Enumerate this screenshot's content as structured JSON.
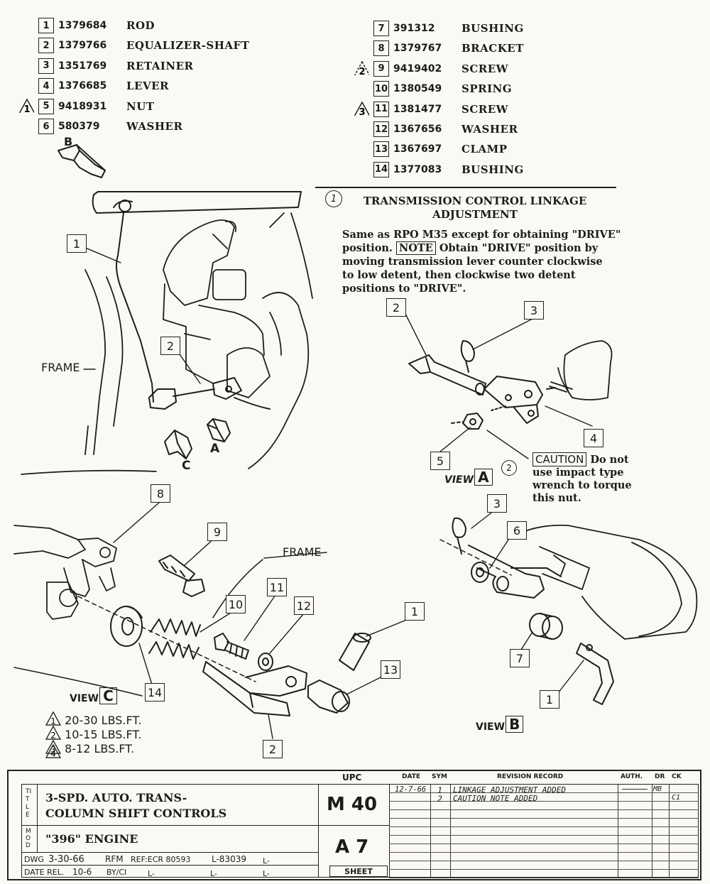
{
  "parts_left": [
    {
      "num": "1",
      "part_no": "1379684",
      "name": "ROD",
      "symbol": ""
    },
    {
      "num": "2",
      "part_no": "1379766",
      "name": "EQUALIZER-SHAFT",
      "symbol": ""
    },
    {
      "num": "3",
      "part_no": "1351769",
      "name": "RETAINER",
      "symbol": ""
    },
    {
      "num": "4",
      "part_no": "1376685",
      "name": "LEVER",
      "symbol": ""
    },
    {
      "num": "5",
      "part_no": "9418931",
      "name": "NUT",
      "symbol": "1"
    },
    {
      "num": "6",
      "part_no": "580379",
      "name": "WASHER",
      "symbol": ""
    }
  ],
  "parts_right": [
    {
      "num": "7",
      "part_no": "391312",
      "name": "BUSHING",
      "symbol": ""
    },
    {
      "num": "8",
      "part_no": "1379767",
      "name": "BRACKET",
      "symbol": ""
    },
    {
      "num": "9",
      "part_no": "9419402",
      "name": "SCREW",
      "symbol": "2"
    },
    {
      "num": "10",
      "part_no": "1380549",
      "name": "SPRING",
      "symbol": ""
    },
    {
      "num": "11",
      "part_no": "1381477",
      "name": "SCREW",
      "symbol": "3"
    },
    {
      "num": "12",
      "part_no": "1367656",
      "name": "WASHER",
      "symbol": ""
    },
    {
      "num": "13",
      "part_no": "1367697",
      "name": "CLAMP",
      "symbol": ""
    },
    {
      "num": "14",
      "part_no": "1377083",
      "name": "BUSHING",
      "symbol": ""
    }
  ],
  "adjustment": {
    "note_symbol": "1",
    "title_line1": "TRANSMISSION CONTROL LINKAGE",
    "title_line2": "ADJUSTMENT",
    "text_line1": "Same as RPO M35 except for obtaining \"DRIVE\"",
    "text_line2_a": "position.",
    "text_line2_note": "NOTE",
    "text_line2_b": "Obtain \"DRIVE\" position by",
    "text_line3": "moving transmission lever counter clockwise",
    "text_line4": "to low detent, then clockwise two detent",
    "text_line5": "positions to \"DRIVE\"."
  },
  "caution": {
    "note_symbol": "2",
    "label": "CAUTION",
    "text_line1": "Do not",
    "text_line2": "use impact type",
    "text_line3": "wrench to torque",
    "text_line4": "this nut."
  },
  "diagram_labels": {
    "frame_left": "FRAME",
    "frame_bottom": "FRAME",
    "detail_a": "A",
    "detail_b": "B",
    "detail_c": "C",
    "view_word": "VIEW",
    "view_a": "A",
    "view_b": "B",
    "view_c": "C",
    "callouts": {
      "main_1": "1",
      "main_2": "2",
      "va_2": "2",
      "va_3": "3",
      "va_4": "4",
      "va_5": "5",
      "vb_1": "1",
      "vb_3": "3",
      "vb_6": "6",
      "vb_7": "7",
      "vc_1": "1",
      "vc_2": "2",
      "vc_8": "8",
      "vc_9": "9",
      "vc_10": "10",
      "vc_11": "11",
      "vc_12": "12",
      "vc_13": "13",
      "vc_14": "14"
    }
  },
  "torque_specs": [
    {
      "symbol": "1",
      "text": "20-30 LBS.FT."
    },
    {
      "symbol": "2",
      "text": "10-15 LBS.FT."
    },
    {
      "symbol": "3",
      "text": "8-12 LBS.FT."
    },
    {
      "symbol": "4",
      "text": ""
    }
  ],
  "title_block": {
    "title_side_label": "TITLE",
    "mod_side_label": "MOD",
    "title_line1": "3-SPD. AUTO. TRANS-",
    "title_line2": "COLUMN SHIFT CONTROLS",
    "mod_text": "\"396\" ENGINE",
    "upc_header": "UPC",
    "upc_value": "M 40",
    "group_value": "A 7",
    "sheet_label": "SHEET",
    "dwg_label": "DWG",
    "dwg_date": "3-30-66",
    "dwg_by": "RFM",
    "date_rel_label": "DATE REL.",
    "date_rel": "10-6",
    "by_label": "BY/CI",
    "ref_label": "REF:",
    "ref_ecr": "ECR 80593",
    "ref_l1": "L-83039",
    "ref_l2": "L-",
    "ref_l3": "L-",
    "ref_l4": "L-",
    "ref_l5": "L-",
    "rev_headers": {
      "date": "DATE",
      "sym": "SYM",
      "record": "REVISION RECORD",
      "auth": "AUTH.",
      "dr": "DR",
      "ck": "CK"
    },
    "revisions": [
      {
        "date": "12-7-66",
        "sym": "1",
        "record": "LINKAGE ADJUSTMENT ADDED",
        "dr": "MB",
        "ck": ""
      },
      {
        "date": "",
        "sym": "2",
        "record": "CAUTION NOTE ADDED",
        "dr": "",
        "ck": "C1"
      }
    ]
  }
}
